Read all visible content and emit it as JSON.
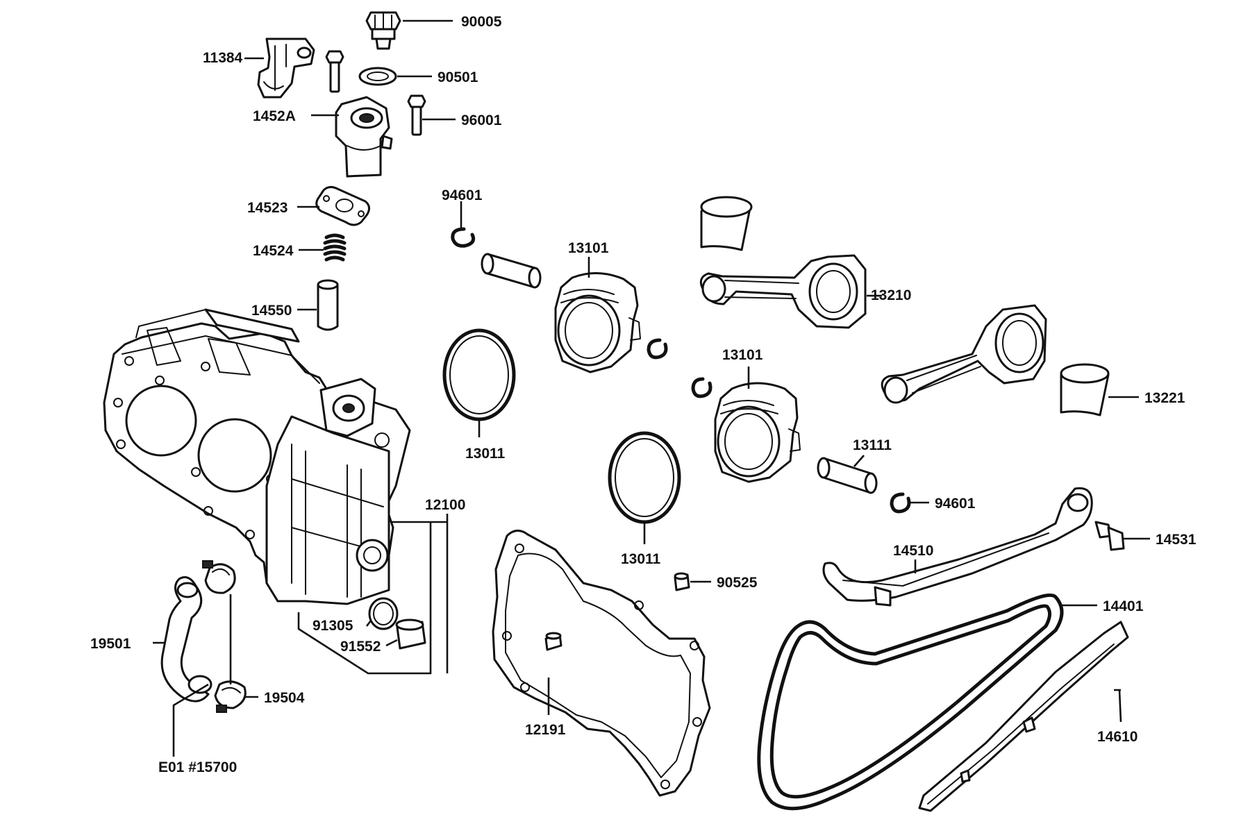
{
  "parts": {
    "p90005": "90005",
    "p11384": "11384",
    "p90501": "90501",
    "p1452A": "1452A",
    "p96001": "96001",
    "p14523": "14523",
    "p94601a": "94601",
    "p14524": "14524",
    "p13101a": "13101",
    "p13210": "13210",
    "p14550": "14550",
    "p13101b": "13101",
    "p13221": "13221",
    "p13011a": "13011",
    "p13111": "13111",
    "p94601b": "94601",
    "p12100": "12100",
    "p14531": "14531",
    "p14510": "14510",
    "p13011b": "13011",
    "p90525": "90525",
    "p14401": "14401",
    "p91305": "91305",
    "p19501": "19501",
    "p91552": "91552",
    "p19504": "19504",
    "p12191": "12191",
    "p14610": "14610",
    "pE01": "E01 #15700"
  }
}
